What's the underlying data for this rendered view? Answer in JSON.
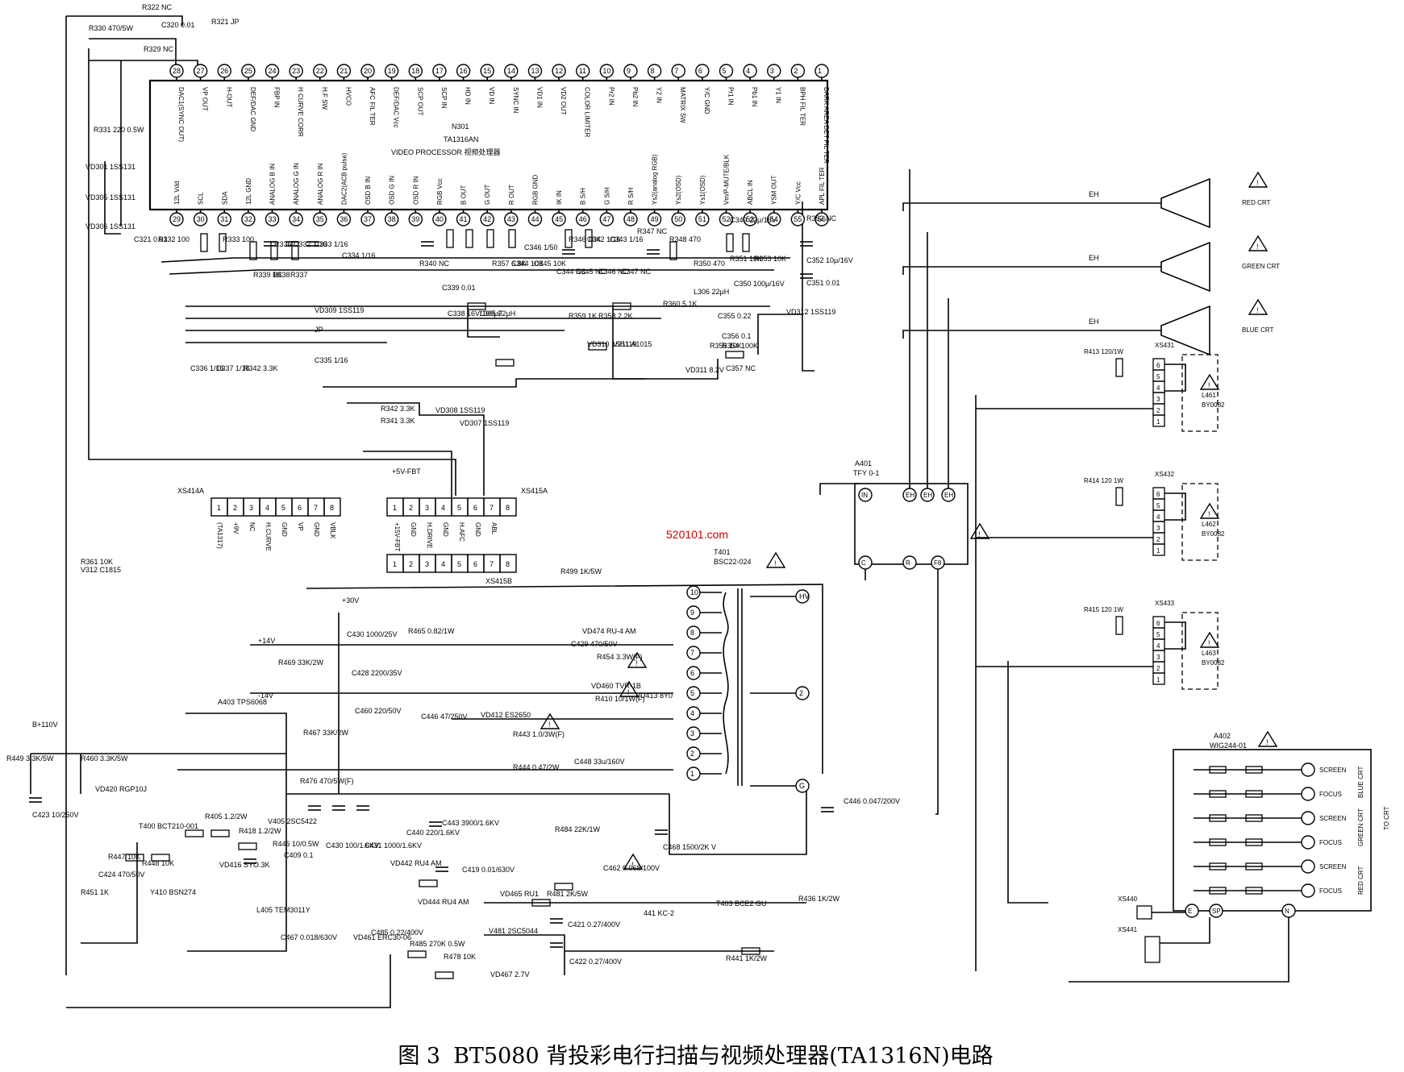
{
  "ic": {
    "ref": "N301",
    "part": "TA1316AN",
    "desc": "VIDEO PROCESSOR 视频处理器",
    "top_pins": [
      {
        "n": "28",
        "label": "DAC1(SYNC OUT)"
      },
      {
        "n": "27",
        "label": "VP OUT"
      },
      {
        "n": "26",
        "label": "H-OUT"
      },
      {
        "n": "25",
        "label": "DEF/DAC GND"
      },
      {
        "n": "24",
        "label": "FBP IN"
      },
      {
        "n": "23",
        "label": "H CURVE CORR"
      },
      {
        "n": "22",
        "label": "H.F SW"
      },
      {
        "n": "21",
        "label": "HVCO"
      },
      {
        "n": "20",
        "label": "AFC FIL TER"
      },
      {
        "n": "19",
        "label": "DEF/DAC Vcc"
      },
      {
        "n": "18",
        "label": "SCP OUT"
      },
      {
        "n": "17",
        "label": "SCP IN"
      },
      {
        "n": "16",
        "label": "HD IN"
      },
      {
        "n": "15",
        "label": "VD IN"
      },
      {
        "n": "14",
        "label": "SYNC IN"
      },
      {
        "n": "13",
        "label": "VD1 IN"
      },
      {
        "n": "12",
        "label": "VD2 OUT"
      },
      {
        "n": "11",
        "label": "COLOR LIMITER"
      },
      {
        "n": "10",
        "label": "Pr2 IN"
      },
      {
        "n": "9",
        "label": "Pb2 IN"
      },
      {
        "n": "8",
        "label": "Y2 IN"
      },
      {
        "n": "7",
        "label": "MATRIX SW"
      },
      {
        "n": "6",
        "label": "Y/C GND"
      },
      {
        "n": "5",
        "label": "Pr1 IN"
      },
      {
        "n": "4",
        "label": "Pb1 IN"
      },
      {
        "n": "3",
        "label": "Y1 IN"
      },
      {
        "n": "2",
        "label": "BPH FIL TER"
      },
      {
        "n": "1",
        "label": "DARK AREA DET FIL TER"
      }
    ],
    "bottom_pins": [
      {
        "n": "29",
        "label": "12L Vdd"
      },
      {
        "n": "30",
        "label": "SCL"
      },
      {
        "n": "31",
        "label": "SDA"
      },
      {
        "n": "32",
        "label": "12L GND"
      },
      {
        "n": "33",
        "label": "ANALOG B IN"
      },
      {
        "n": "34",
        "label": "ANALOG G IN"
      },
      {
        "n": "35",
        "label": "ANALOG R IN"
      },
      {
        "n": "36",
        "label": "DAC2(ACB pulse)"
      },
      {
        "n": "37",
        "label": "OSD B IN"
      },
      {
        "n": "38",
        "label": "OSD G IN"
      },
      {
        "n": "39",
        "label": "OSD R IN"
      },
      {
        "n": "40",
        "label": "RGB Vcc"
      },
      {
        "n": "41",
        "label": "B OUT"
      },
      {
        "n": "42",
        "label": "G OUT"
      },
      {
        "n": "43",
        "label": "R OUT"
      },
      {
        "n": "44",
        "label": "RGB GND"
      },
      {
        "n": "45",
        "label": "IK IN"
      },
      {
        "n": "46",
        "label": "B S/H"
      },
      {
        "n": "47",
        "label": "G S/H"
      },
      {
        "n": "48",
        "label": "R S/H"
      },
      {
        "n": "49",
        "label": "Ys2(analog RGB)"
      },
      {
        "n": "50",
        "label": "Ys2(OSD)"
      },
      {
        "n": "51",
        "label": "Ys1(OSD)"
      },
      {
        "n": "52",
        "label": "Vm/P-MUTE/BLK"
      },
      {
        "n": "53",
        "label": "ABCL IN"
      },
      {
        "n": "54",
        "label": "YSM OUT"
      },
      {
        "n": "55",
        "label": "Y/C Vcc"
      },
      {
        "n": "56",
        "label": "APL FIL TER"
      }
    ]
  },
  "component_labels": [
    "R322 NC",
    "C320 0.01",
    "R321 JP",
    "R330 470/5W",
    "R329 NC",
    "R331 220 0.5W",
    "VD301 1SS131",
    "VD305 1SS131",
    "VD306 1SS131",
    "C321 0.01",
    "R332 100",
    "R333 100",
    "R339 1K",
    "R338",
    "R337",
    "R336",
    "C332 1/16",
    "C333 1/16",
    "C334 1/16",
    "R340 NC",
    "C339 0.01",
    "C338 16V/100μF",
    "L305 22μH",
    "R357 6.8K",
    "C344 10K",
    "C345 10K",
    "C346 1/50",
    "R346 10K",
    "C342 1/16",
    "C343 1/16",
    "C344 NC",
    "C345 NC",
    "C346 NC",
    "C347 NC",
    "R347 NC",
    "R348 470",
    "R350 470",
    "C349 22μ/16V",
    "R351 10K",
    "R353 10K",
    "R352 NC",
    "C352 10μ/16V",
    "C351 0.01",
    "C350 100μ/16V",
    "VD312 1SS119",
    "L306 22μH",
    "C355 0.22",
    "C356 0.1",
    "R354 100K",
    "R355 10K",
    "C357 NC",
    "VD311 8.2V",
    "VD310 1SS119",
    "V311 A1015",
    "R360 5.1K",
    "R359 1K",
    "R358 2.2K",
    "VD309 1SS119",
    "JP",
    "C335 1/16",
    "C336 1/16",
    "C337 1/16",
    "R342 3.3K",
    "R342 3.3K",
    "R341 3.3K",
    "VD308 1SS119",
    "VD307 1SS119",
    "R361 10K",
    "V312 C1815"
  ],
  "connectors": {
    "xs414a": {
      "ref": "XS414A",
      "pins": [
        "1",
        "2",
        "3",
        "4",
        "5",
        "6",
        "7",
        "8"
      ],
      "labels": [
        "(TA1317)",
        "+9V",
        "NC",
        "H.CURVE",
        "GND",
        "VP",
        "GND",
        "VBLK"
      ]
    },
    "xs415a": {
      "ref": "XS415A",
      "supply": "+5V-FBT",
      "pins": [
        "1",
        "2",
        "3",
        "4",
        "5",
        "6",
        "7",
        "8"
      ],
      "labels": [
        "+15V-FBT",
        "GND",
        "H.DRIVE",
        "GND",
        "H.AFC",
        "GND",
        "ABL"
      ]
    },
    "xs415b": {
      "ref": "XS415B",
      "pins": [
        "1",
        "2",
        "3",
        "4",
        "5",
        "6",
        "7",
        "8"
      ]
    },
    "xs431": {
      "ref": "XS431",
      "pins": [
        "6",
        "5",
        "4",
        "3",
        "2",
        "1"
      ]
    },
    "xs432": {
      "ref": "XS432",
      "pins": [
        "6",
        "5",
        "4",
        "3",
        "2",
        "1"
      ]
    },
    "xs433": {
      "ref": "XS433",
      "pins": [
        "6",
        "5",
        "4",
        "3",
        "2",
        "1"
      ]
    }
  },
  "flyback": {
    "ref": "T401",
    "part": "BSC22-024",
    "pins": [
      "10",
      "9",
      "8",
      "7",
      "6",
      "5",
      "4",
      "3",
      "2",
      "1"
    ],
    "right_pins": [
      "HV",
      "2",
      "G"
    ],
    "labels": [
      "R499 1K/5W",
      "+30V",
      "+14V",
      "C430 1000/25V",
      "R465 0.82/1W",
      "VD474 RU-4 AM",
      "C429 470/50V",
      "R454 3.3W(F)",
      "R469 33K/2W",
      "C428 2200/35V",
      "VD460 TVR-1B",
      "VD413 8Y0",
      "R410 10/1W(F)",
      "-14V",
      "C460 220/50V",
      "C446 47/250V",
      "VD412 ES2650",
      "R443 1.0/3W(F)",
      "R467 33K/2W",
      "R444 0.47/2W",
      "C448 33u/160V",
      "C446 0.047/200V"
    ]
  },
  "hz_section": {
    "b110": "B+110V",
    "labels": [
      "A403 TPS6068",
      "R449 3.3K/5W",
      "R460 3.3K/5W",
      "VD420 RGP10J",
      "C423 10/250V",
      "R476 470/5W(F)",
      "T400 BCT210-001",
      "R405 1.2/2W",
      "R418 1.2/2W",
      "V405 2SC5422",
      "VD416 SYO.3K",
      "R446 10/0.5W",
      "C409 0.1",
      "R447 10K",
      "R448 10K",
      "C424 470/50V",
      "R451 1K",
      "Y410 BSN274",
      "L405 TEM3011Y",
      "C467 0.018/630V",
      "VD461 ERC30-06",
      "C430 100/1.6KV",
      "C431 1000/1.6KV",
      "C440 220/1.6KV",
      "C443 3900/1.6KV",
      "VD442 RU4 AM",
      "VD444 RU4 AM",
      "C419 0.01/630V",
      "R484 22K/1W",
      "C468 1500/2K V",
      "C462 0.068/100V",
      "R481 2K/5W",
      "VD465 RU1",
      "C421 0.27/400V",
      "C422 0.27/400V",
      "T403 BCE2 GU",
      "R436 1K/2W",
      "R485 270K 0.5W",
      "C485 0.22/400V",
      "V481 2SC5044",
      "R478 10K",
      "VD467 2.7V",
      "R441 1K/2W",
      "441 KC-2"
    ]
  },
  "coils": [
    {
      "ref": "L461",
      "part": "BY0082"
    },
    {
      "ref": "L462",
      "part": "BY0082"
    },
    {
      "ref": "L463",
      "part": "BY0082"
    }
  ],
  "coil_resistors": [
    "R413 120/1W",
    "R414 120 1W",
    "R415 120 1W"
  ],
  "crt": [
    {
      "label": "RED CRT",
      "pin": "EH"
    },
    {
      "label": "GREEN CRT",
      "pin": "EH"
    },
    {
      "label": "BLUE CRT",
      "pin": "EH"
    }
  ],
  "focus_block": {
    "ref": "A401",
    "part": "TFY 0-1",
    "pins": [
      "IN",
      "EH",
      "EH",
      "EH",
      "C",
      "R",
      "F8"
    ]
  },
  "focus_pack": {
    "ref": "A402",
    "part": "WIG244-01",
    "outputs": [
      "SCREEN",
      "FOCUS",
      "SCREEN",
      "FOCUS",
      "SCREEN",
      "FOCUS"
    ],
    "group_labels": [
      "BLUE CRT",
      "GREEN CRT",
      "RED CRT"
    ],
    "to_crt": "TO CRT",
    "pins": [
      "E",
      "SP",
      "N"
    ],
    "xs440": "XS440",
    "xs441": "XS441"
  },
  "watermark": "520101.com",
  "caption": {
    "fig": "图 3",
    "title": "BT5080 背投彩电行扫描与视频处理器(TA1316N)电路"
  }
}
